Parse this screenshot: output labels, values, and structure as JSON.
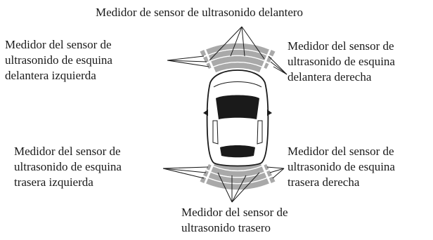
{
  "labels": {
    "front_center": [
      "Medidor de sensor de ultrasonido delantero"
    ],
    "front_left": [
      "Medidor del sensor de",
      "ultrasonido de esquina",
      "delantera izquierda"
    ],
    "front_right": [
      "Medidor del sensor de",
      "ultrasonido de esquina",
      "delantera derecha"
    ],
    "rear_left": [
      "Medidor del sensor de",
      "ultrasonido de esquina",
      "trasera izquierda"
    ],
    "rear_right": [
      "Medidor del sensor de",
      "ultrasonido de esquina",
      "trasera derecha"
    ],
    "rear_center": [
      "Medidor del sensor de",
      "ultrasonido trasero"
    ]
  },
  "colors": {
    "gauge_segment": "#a9a9a9",
    "car_outline": "#1a1a1a",
    "window_fill": "#1a1a1a",
    "leader_line": "#1a1a1a"
  },
  "icons": {
    "car": "car-top-view-icon"
  }
}
